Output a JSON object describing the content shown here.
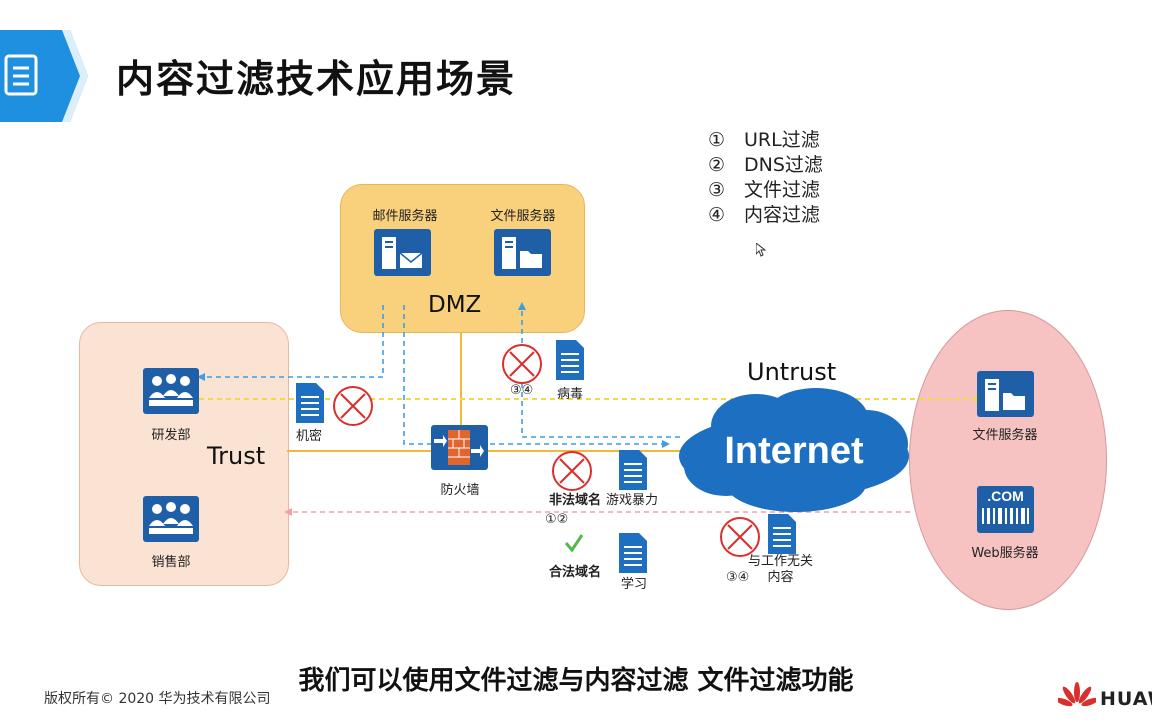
{
  "slide": {
    "title": "内容过滤技术应用场景",
    "header_icon": "document-list-icon"
  },
  "legend": [
    {
      "num": "①",
      "text": "URL过滤"
    },
    {
      "num": "②",
      "text": "DNS过滤"
    },
    {
      "num": "③",
      "text": "文件过滤"
    },
    {
      "num": "④",
      "text": "内容过滤"
    }
  ],
  "zones": {
    "dmz": "DMZ",
    "trust": "Trust",
    "untrust": "Untrust",
    "internet": "Internet"
  },
  "nodes": {
    "mail_server": "邮件服务器",
    "dmz_file_server": "文件服务器",
    "rd_dept": "研发部",
    "sales_dept": "销售部",
    "firewall": "防火墙",
    "ext_file_server": "文件服务器",
    "web_server": "Web服务器",
    "web_server_badge": ".COM"
  },
  "annotations": {
    "virus_code": "③④",
    "virus": "病毒",
    "secret": "机密",
    "illegal_domain": "非法域名",
    "game_violence": "游戏暴力",
    "domain_code": "①②",
    "legal_domain": "合法域名",
    "study": "学习",
    "unrelated_line1": "与工作无关",
    "unrelated_line2": "内容",
    "unrelated_code": "③④"
  },
  "subtitle": "我们可以使用文件过滤与内容过滤 文件过滤功能",
  "footer": "版权所有© 2020 华为技术有限公司",
  "brand": "HUAW",
  "colors": {
    "accent_blue": "#1f8fe0",
    "dmz_fill": "#f9d17c",
    "trust_fill": "#fbe3d4",
    "untrust_fill": "#f6c2c2",
    "icon_blue": "#1f5fa8",
    "cross_red": "#d9302b",
    "check_green": "#55b947",
    "internet_cloud": "#1d6fc2"
  }
}
